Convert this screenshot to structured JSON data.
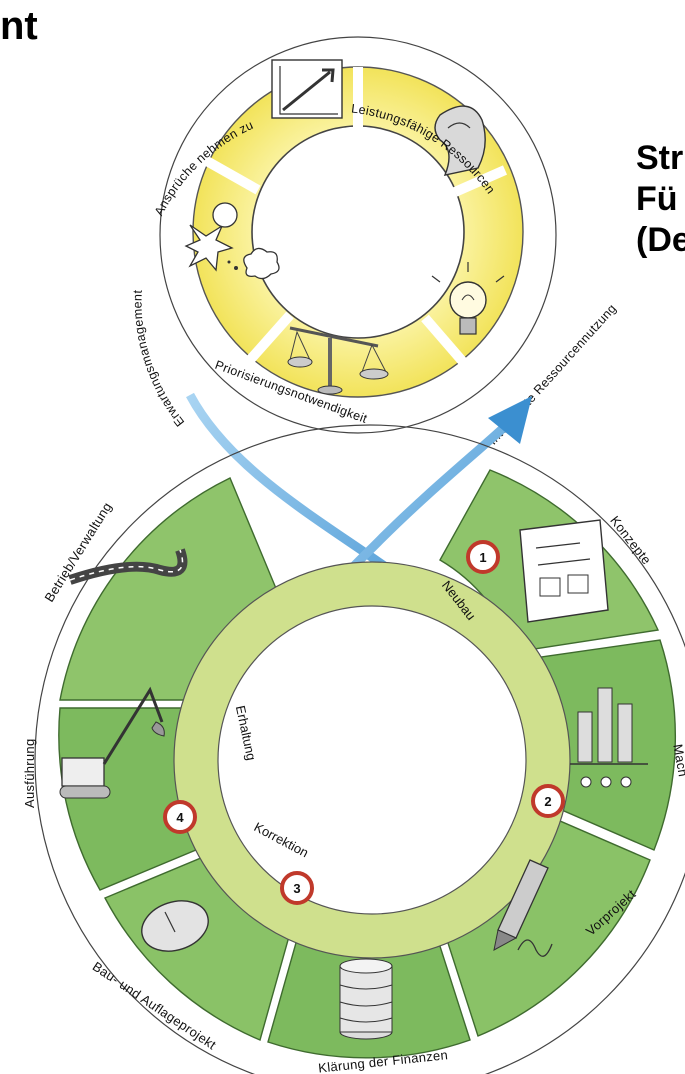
{
  "heading_fragment": "nt",
  "side_title": [
    "Str",
    "Fü",
    "(De"
  ],
  "upper_cycle": {
    "labels": [
      "Ansprüche nehmen zu",
      "Leistungsfähige Ressourcen",
      "Intelligente Ressourcennutzung",
      "Priorisierungsnotwendigkeit",
      "Erwartungsmanagement"
    ]
  },
  "lower_cycle": {
    "outer_labels": [
      "Konzepte",
      "Mach",
      "Vorprojekt",
      "Klärung der Finanzen",
      "Bau- und Auflageprojekt",
      "Ausführung",
      "Betrieb/Verwaltung"
    ],
    "inner_labels": [
      "Neubau",
      "Erhaltung",
      "Korrektion"
    ],
    "markers": [
      "1",
      "2",
      "3",
      "4"
    ]
  },
  "icons": [
    "rising-chart-icon",
    "flexed-arm-icon",
    "light-bulb-icon",
    "balance-scale-icon",
    "speech-bubbles-icon",
    "document-icon",
    "bar-chart-icon",
    "pencil-icon",
    "coin-stack-icon",
    "computer-mouse-icon",
    "excavator-icon",
    "road-icon"
  ],
  "colors": {
    "yellow": "#f7ee7a",
    "green_light": "#cde08a",
    "green_dark": "#6fb25a",
    "arrow_blue": "#5aa7de",
    "marker_red": "#c0392b"
  }
}
